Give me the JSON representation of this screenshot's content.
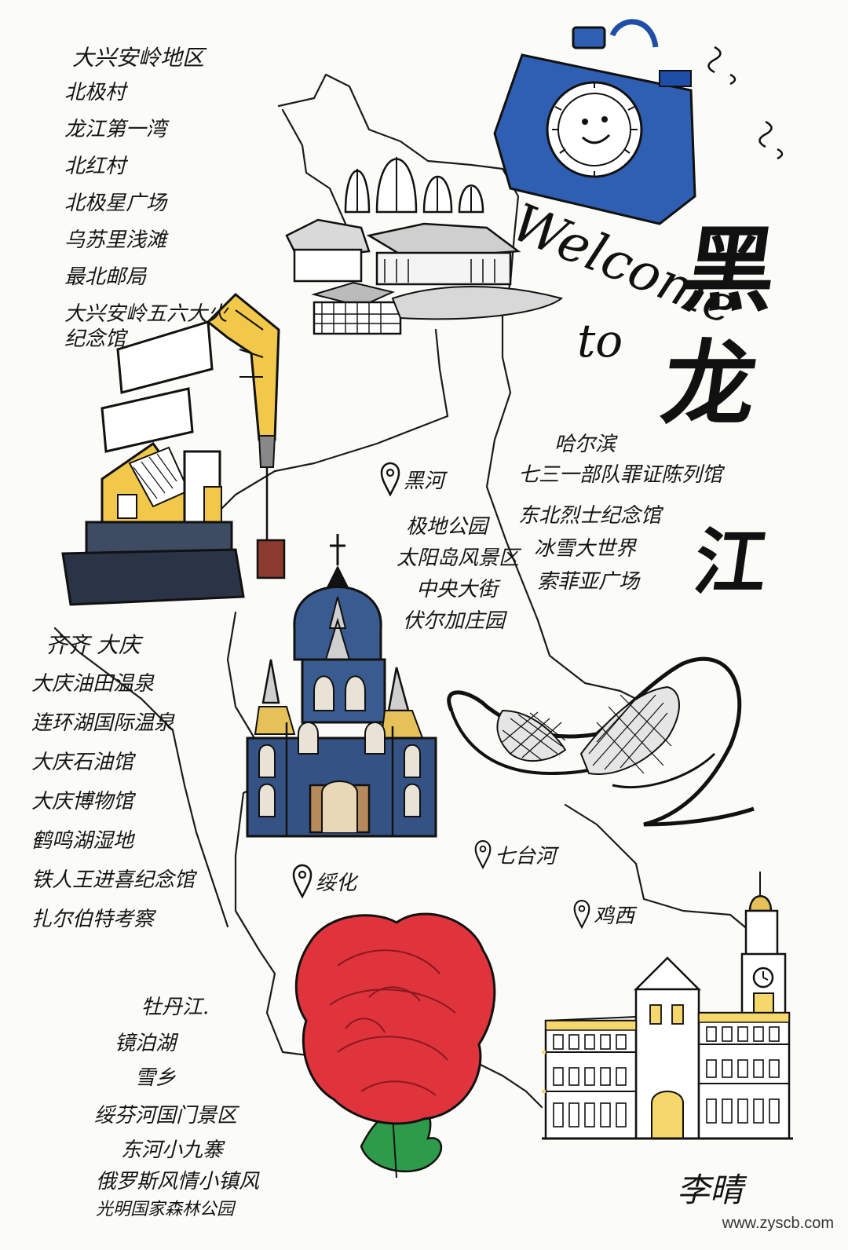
{
  "title": {
    "chars": [
      "黑",
      "龙",
      "江"
    ]
  },
  "welcome": {
    "line1": "Welcome",
    "line2": "to"
  },
  "regions": {
    "daxinganling": {
      "name": "大兴安岭地区",
      "items": [
        "北极村",
        "龙江第一湾",
        "北红村",
        "北极星广场",
        "乌苏里浅滩",
        "最北邮局",
        "大兴安岭五六大火",
        "纪念馆"
      ]
    },
    "qiqihar_daqing": {
      "name": "齐齐 大庆",
      "items": [
        "大庆油田温泉",
        "连环湖国际温泉",
        "大庆石油馆",
        "大庆博物馆",
        "鹤鸣湖湿地",
        "铁人王进喜纪念馆",
        "扎尔伯特考察"
      ]
    },
    "heihe": {
      "name": "黑河",
      "items": [
        "极地公园",
        "太阳岛风景区",
        "中央大街",
        "伏尔加庄园"
      ]
    },
    "harbin": {
      "name": "哈尔滨",
      "items": [
        "七三一部队罪证陈列馆",
        "东北烈士纪念馆",
        "冰雪大世界",
        "索菲亚广场"
      ]
    },
    "mudanjiang": {
      "name": "牡丹江.",
      "items": [
        "镜泊湖",
        "雪乡",
        "绥芬河国门景区",
        "东河小九寨",
        "俄罗斯风情小镇风",
        "光明国家森林公园"
      ]
    }
  },
  "pins": {
    "heihe": "黑河",
    "suihua": "绥化",
    "qitaihe": "七台河",
    "jixi": "鸡西"
  },
  "signature": "李晴",
  "watermark": "www.zyscb.com",
  "colors": {
    "ink": "#141414",
    "camera_blue": "#2f5fb3",
    "church_blue": "#3a5b8f",
    "peony_red": "#e0343d",
    "leaf_green": "#2e9b4a",
    "oil_yellow": "#f2c84b",
    "building_yellow": "#f6d76b"
  },
  "icons": [
    "camera-icon",
    "pin-icon",
    "oil-pump-icon",
    "church-icon",
    "peony-icon",
    "building-icon",
    "snow-houses-icon",
    "opera-house-icon"
  ]
}
